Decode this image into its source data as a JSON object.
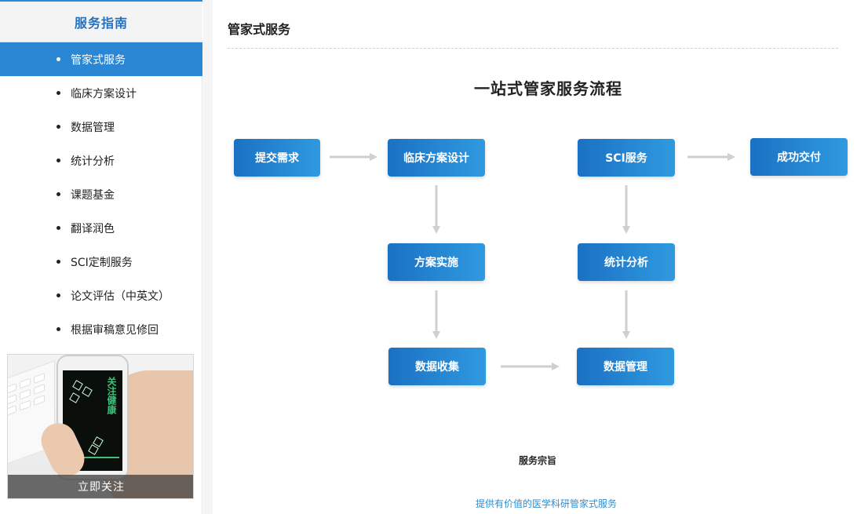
{
  "sidebar": {
    "header": "服务指南",
    "items": [
      {
        "label": "管家式服务",
        "active": true
      },
      {
        "label": "临床方案设计",
        "active": false
      },
      {
        "label": "数据管理",
        "active": false
      },
      {
        "label": "统计分析",
        "active": false
      },
      {
        "label": "课题基金",
        "active": false
      },
      {
        "label": "翻译润色",
        "active": false
      },
      {
        "label": "SCI定制服务",
        "active": false
      },
      {
        "label": "论文评估（中英文）",
        "active": false
      },
      {
        "label": "根据审稿意见修回",
        "active": false
      }
    ],
    "promo": {
      "screen_text": "关注健康",
      "caption": "立即关注"
    }
  },
  "main": {
    "page_title": "管家式服务",
    "flow_title": "一站式管家服务流程",
    "steps": {
      "submit": "提交需求",
      "clinical": "临床方案设计",
      "implement": "方案实施",
      "collect": "数据收集",
      "manage": "数据管理",
      "stats": "统计分析",
      "sci": "SCI服务",
      "deliver": "成功交付"
    },
    "motto_title": "服务宗旨",
    "motto_text": "提供有价值的医学科研管家式服务"
  },
  "colors": {
    "accent": "#2b87d4",
    "box_start": "#1b71c3",
    "box_end": "#2f9ae0",
    "arrow": "#cfcfcf",
    "link": "#2b8fd6"
  }
}
